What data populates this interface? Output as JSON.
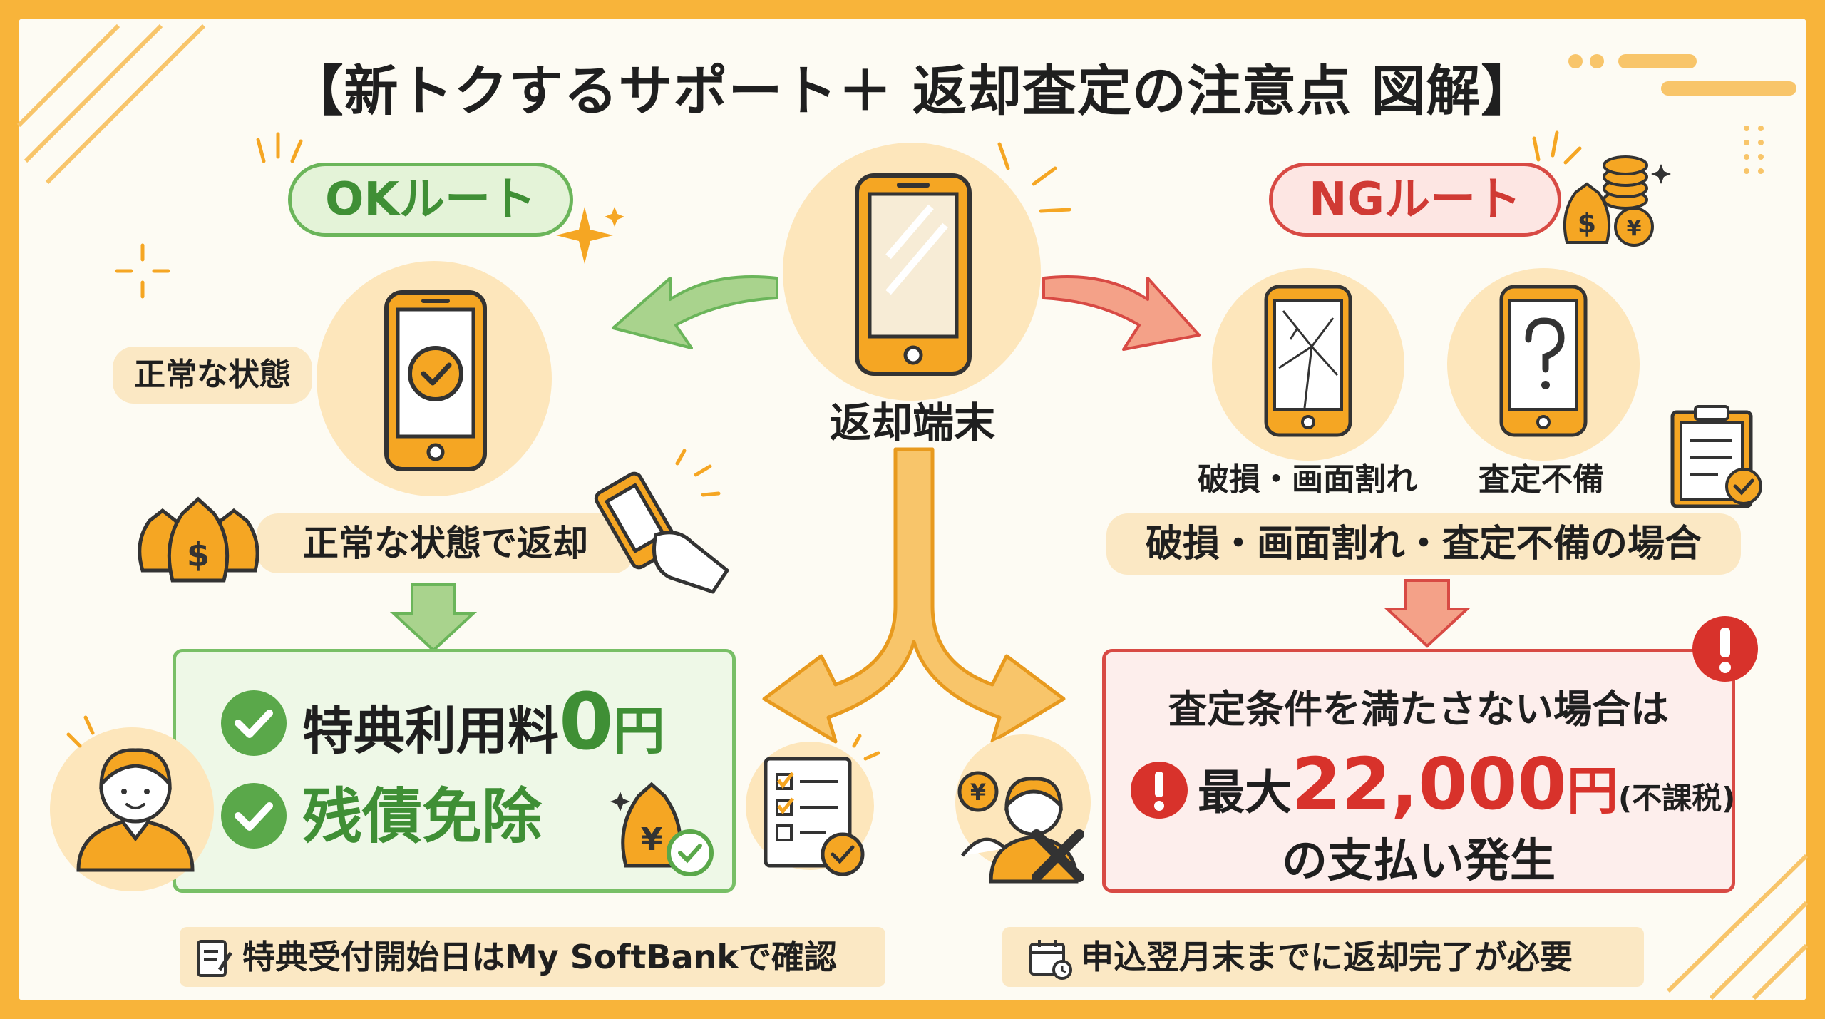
{
  "title": "【新トクするサポート＋ 返却査定の注意点 図解】",
  "center": {
    "label": "返却端末"
  },
  "ok": {
    "route_label": "OKルート",
    "state_tag": "正常な状態",
    "return_tag": "正常な状態で返却",
    "benefit_1_text": "特典利用料",
    "benefit_1_number": "0",
    "benefit_1_unit": "円",
    "benefit_2": "残債免除",
    "note": "特典受付開始日はMy SoftBankで確認"
  },
  "ng": {
    "route_label": "NGルート",
    "case_1": "破損・画面割れ",
    "case_2": "査定不備",
    "condition_tag": "破損・画面割れ・査定不備の場合",
    "box_line_1": "査定条件を満たさない場合は",
    "box_prefix": "最大",
    "box_amount": "22,000",
    "box_unit": "円",
    "box_tax": "(不課税)",
    "box_line_3": "の支払い発生",
    "note": "申込翌月末までに返却完了が必要"
  },
  "colors": {
    "frame": "#f8b43a",
    "ok_green": "#6bb55a",
    "ng_red": "#d84a44",
    "accent_orange": "#f5a623"
  },
  "icons": [
    "phone-icon",
    "check-circle-icon",
    "money-bag-icon",
    "hand-phone-icon",
    "person-icon",
    "yen-bag-icon",
    "checklist-icon",
    "broken-phone-icon",
    "question-phone-icon",
    "clipboard-icon",
    "coins-icon",
    "calendar-icon",
    "memo-icon",
    "alert-icon",
    "cross-icon"
  ]
}
